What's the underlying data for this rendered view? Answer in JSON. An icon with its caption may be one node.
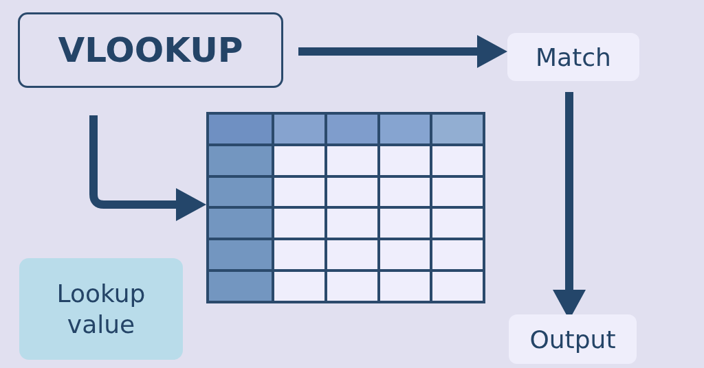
{
  "diagram": {
    "nodes": [
      {
        "text": [
          "VLOOKUP"
        ]
      },
      {
        "text": [
          "Match"
        ]
      },
      {
        "text": [],
        "shape": "table"
      },
      {
        "text": [
          "Lookup value"
        ]
      },
      {
        "text": [
          "Output"
        ]
      }
    ],
    "edges": [
      {
        "from": 0,
        "to": 1,
        "arrow": "to"
      },
      {
        "from": 0,
        "to": 2,
        "arrow": "to"
      },
      {
        "from": 1,
        "to": 4,
        "arrow": "to"
      }
    ]
  }
}
